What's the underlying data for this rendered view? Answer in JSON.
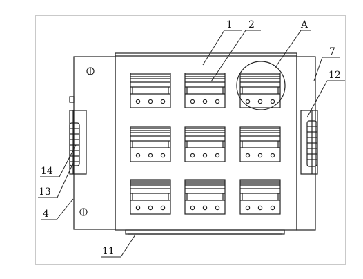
{
  "figure": {
    "callouts": {
      "c1": "1",
      "c2": "2",
      "cA": "A",
      "c7": "7",
      "c12": "12",
      "c14": "14",
      "c13": "13",
      "c4": "4",
      "c11": "11"
    }
  },
  "colors": {
    "line": "#222222",
    "frame": "#c9c9c9",
    "background": "#ffffff"
  }
}
